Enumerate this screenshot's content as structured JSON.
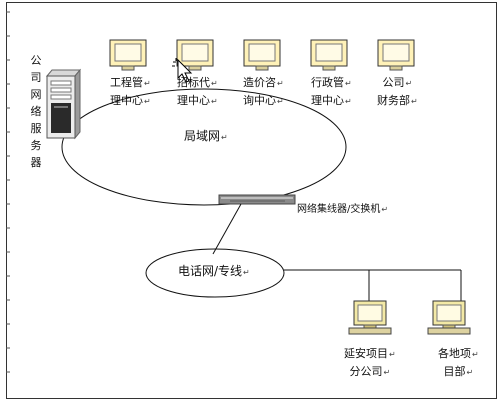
{
  "nodes": {
    "server_label": "公司网络服务器",
    "lan_label": "局域网",
    "hub_label": "网络集线器/交换机",
    "phone_label": "电话网/专线",
    "centers": [
      {
        "line1": "工程管",
        "line2": "理中心"
      },
      {
        "line1": "招标代",
        "line2": "理中心"
      },
      {
        "line1": "造价咨",
        "line2": "询中心"
      },
      {
        "line1": "行政管",
        "line2": "理中心"
      },
      {
        "line1": "公司",
        "line2": "财务部"
      }
    ],
    "branches": [
      {
        "line1": "延安项目",
        "line2": "分公司"
      },
      {
        "line1": "各地项",
        "line2": "目部"
      }
    ]
  },
  "edit_mark": "↵"
}
